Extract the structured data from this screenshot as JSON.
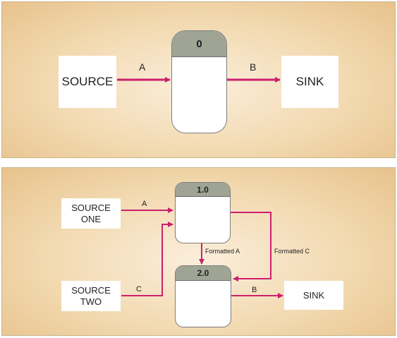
{
  "top_diagram": {
    "source_label": "SOURCE",
    "sink_label": "SINK",
    "process_id": "0",
    "flow_a": "A",
    "flow_b": "B"
  },
  "bottom_diagram": {
    "source_one_label": "SOURCE\nONE",
    "source_two_label": "SOURCE\nTWO",
    "sink_label": "SINK",
    "process_1_id": "1.0",
    "process_2_id": "2.0",
    "flow_a": "A",
    "flow_c": "C",
    "flow_b": "B",
    "formatted_a": "Formatted A",
    "formatted_c": "Formatted C"
  },
  "colors": {
    "arrow": "#cc1f6e",
    "process_header": "#9fa495"
  }
}
